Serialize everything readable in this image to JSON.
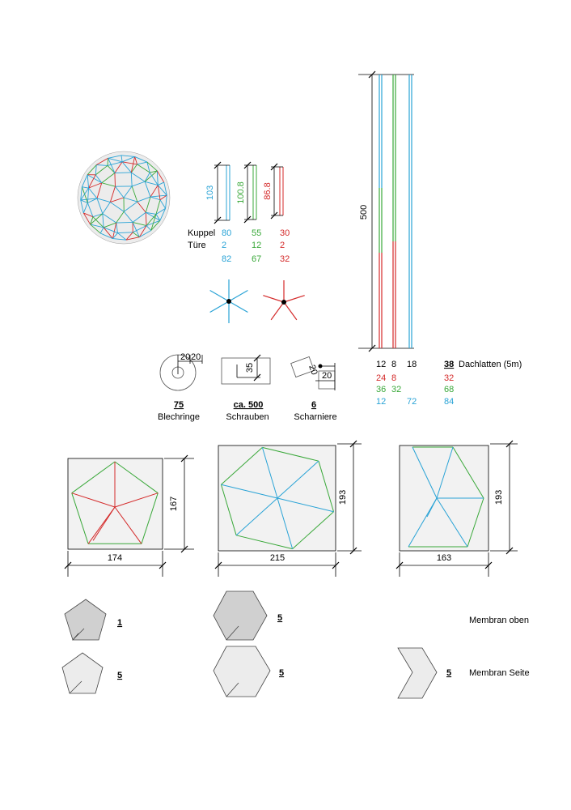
{
  "colors": {
    "blue": "#29a3d6",
    "green": "#39a839",
    "red": "#d42a2a",
    "panel": "#f2f2f2",
    "membrane": "#dcdcdc"
  },
  "struts": {
    "blue_length": "103",
    "green_length": "100.8",
    "red_length": "86.8",
    "rows": [
      {
        "label": "Kuppel",
        "blue": "80",
        "green": "55",
        "red": "30"
      },
      {
        "label": "Türe",
        "blue": "2",
        "green": "12",
        "red": "2"
      },
      {
        "label": "",
        "blue": "82",
        "green": "67",
        "red": "32"
      }
    ]
  },
  "parts": [
    {
      "count": "75",
      "name": "Blechringe",
      "dims": [
        "20",
        "20"
      ]
    },
    {
      "count": "ca. 500",
      "name": "Schrauben",
      "dims": [
        "35"
      ]
    },
    {
      "count": "6",
      "name": "Scharniere",
      "dims": [
        "20",
        "20"
      ]
    }
  ],
  "laths": {
    "length": "500",
    "header": [
      "12",
      "8",
      "18"
    ],
    "total_count": "38",
    "total_label": "Dachlatten (5m)",
    "rows": [
      {
        "c1": "24",
        "c2": "8",
        "c3": "",
        "total": "32",
        "color": "red"
      },
      {
        "c1": "36",
        "c2": "32",
        "c3": "",
        "total": "68",
        "color": "green"
      },
      {
        "c1": "12",
        "c2": "",
        "c3": "72",
        "total": "84",
        "color": "blue"
      }
    ]
  },
  "panels": [
    {
      "width": "174",
      "height": "167"
    },
    {
      "width": "215",
      "height": "193"
    },
    {
      "width": "163",
      "height": "193"
    }
  ],
  "membranes": {
    "top_label": "Membran oben",
    "side_label": "Membran Seite",
    "counts": [
      "1",
      "5",
      "5",
      "5",
      "5"
    ]
  }
}
